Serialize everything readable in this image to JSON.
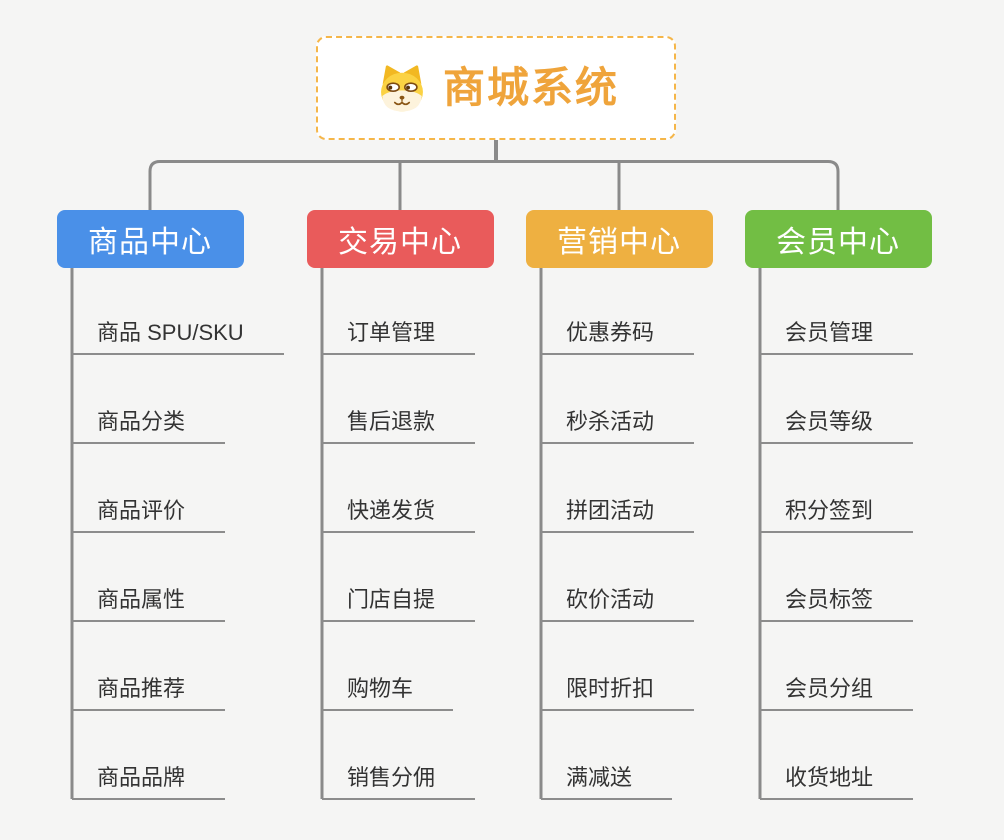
{
  "root": {
    "label": "商城系统",
    "icon": "dog-face-icon",
    "text_color": "#efa43b",
    "border_color": "#f5b649"
  },
  "branches": [
    {
      "label": "商品中心",
      "color": "#4a90e8",
      "children": [
        "商品 SPU/SKU",
        "商品分类",
        "商品评价",
        "商品属性",
        "商品推荐",
        "商品品牌"
      ]
    },
    {
      "label": "交易中心",
      "color": "#e95b5b",
      "children": [
        "订单管理",
        "售后退款",
        "快递发货",
        "门店自提",
        "购物车",
        "销售分佣"
      ]
    },
    {
      "label": "营销中心",
      "color": "#eeb041",
      "children": [
        "优惠券码",
        "秒杀活动",
        "拼团活动",
        "砍价活动",
        "限时折扣",
        "满减送"
      ]
    },
    {
      "label": "会员中心",
      "color": "#72be44",
      "children": [
        "会员管理",
        "会员等级",
        "积分签到",
        "会员标签",
        "会员分组",
        "收货地址"
      ]
    }
  ],
  "colors": {
    "background": "#f5f5f4",
    "connector": "#8a8a8a",
    "underline": "#8c8c8c",
    "branch_text": "#ffffff",
    "leaf_text": "#333333"
  }
}
